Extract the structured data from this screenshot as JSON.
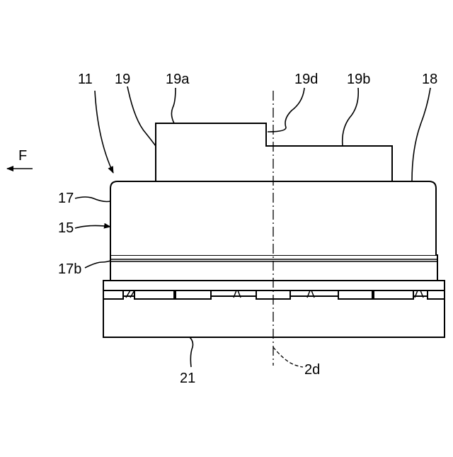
{
  "labels": {
    "ref_11": "11",
    "ref_19": "19",
    "ref_19a": "19a",
    "ref_19d": "19d",
    "ref_19b": "19b",
    "ref_18": "18",
    "ref_17": "17",
    "ref_15": "15",
    "ref_17b": "17b",
    "ref_21": "21",
    "ref_2d": "2d",
    "direction_F": "F"
  }
}
